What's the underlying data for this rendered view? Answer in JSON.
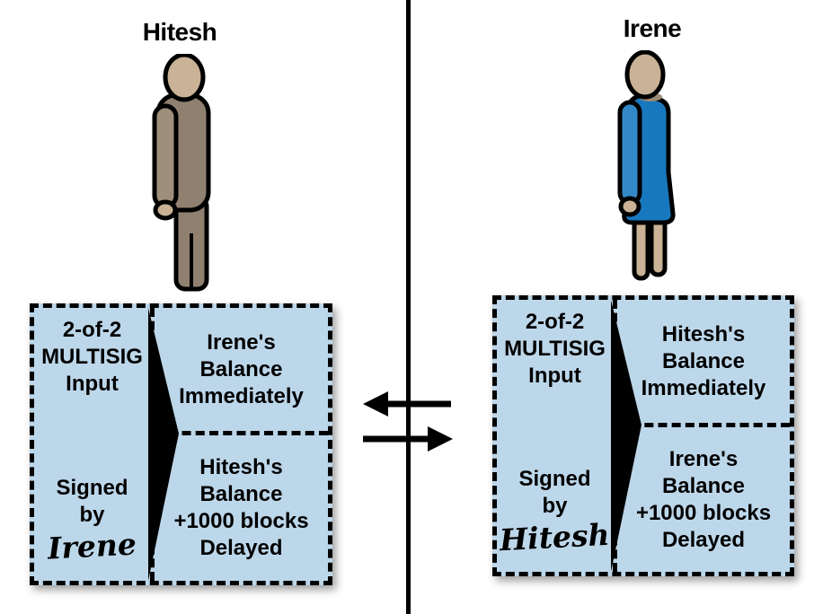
{
  "diagram": {
    "left": {
      "person": "Hitesh",
      "box": {
        "input": "2-of-2\nMULTISIG\nInput",
        "signed_by": "Signed\nby",
        "signature": "Irene",
        "output_immediate": "Irene's\nBalance\nImmediately",
        "output_delayed": "Hitesh's\nBalance\n+1000 blocks\nDelayed"
      }
    },
    "right": {
      "person": "Irene",
      "box": {
        "input": "2-of-2\nMULTISIG\nInput",
        "signed_by": "Signed\nby",
        "signature": "Hitesh",
        "output_immediate": "Hitesh's\nBalance\nImmediately",
        "output_delayed": "Irene's\nBalance\n+1000 blocks\nDelayed"
      }
    },
    "colors": {
      "box_fill": "#BDD7EA",
      "outline": "#000000",
      "hitesh_suit": "#8F8070",
      "hitesh_arm": "#9E8F7D",
      "irene_dress": "#1878BE",
      "irene_arm": "#3389C8",
      "skin": "#C9B295",
      "skin_shadow": "#9B8A72"
    }
  }
}
